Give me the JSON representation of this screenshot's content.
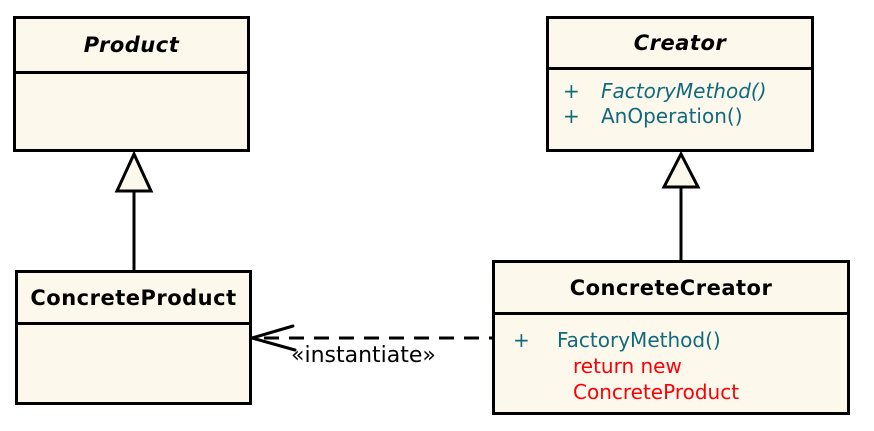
{
  "classes": [
    {
      "id": "product",
      "name": "Product",
      "abstract": true,
      "members": []
    },
    {
      "id": "creator",
      "name": "Creator",
      "abstract": true,
      "members": [
        {
          "visibility": "+",
          "text": "FactoryMethod()",
          "style": "abstract-method"
        },
        {
          "visibility": "+",
          "text": "AnOperation()",
          "style": "method"
        }
      ]
    },
    {
      "id": "concrete-product",
      "name": "ConcreteProduct",
      "abstract": false,
      "members": []
    },
    {
      "id": "concrete-creator",
      "name": "ConcreteCreator",
      "abstract": false,
      "members": [
        {
          "visibility": "+",
          "text": "FactoryMethod()",
          "style": "method"
        }
      ],
      "notes": [
        {
          "text": "return new"
        },
        {
          "text": "ConcreteProduct"
        }
      ]
    }
  ],
  "relations": [
    {
      "type": "generalization",
      "from": "ConcreteProduct",
      "to": "Product"
    },
    {
      "type": "generalization",
      "from": "ConcreteCreator",
      "to": "Creator"
    },
    {
      "type": "dependency",
      "from": "ConcreteCreator",
      "to": "ConcreteProduct",
      "label": "«instantiate»"
    }
  ],
  "colors": {
    "box_fill": "#FDF8EC",
    "border": "#000000",
    "method_text": "#116B7D",
    "note_text": "#FB0007",
    "title_text": "#000000"
  }
}
